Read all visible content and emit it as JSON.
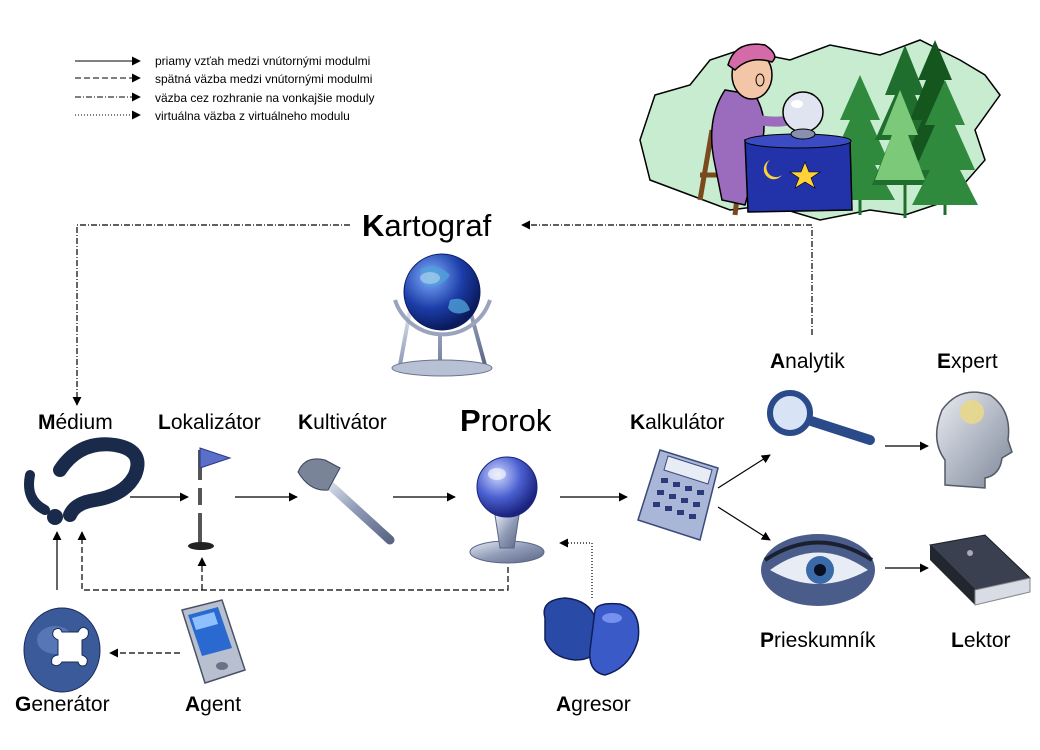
{
  "legend": [
    {
      "style": "solid",
      "text": "priamy vzťah medzi vnútornými modulmi"
    },
    {
      "style": "dashed",
      "text": "spätná väzba medzi vnútornými modulmi"
    },
    {
      "style": "dashdot",
      "text": "väzba cez rozhranie na vonkajšie moduly"
    },
    {
      "style": "dotted",
      "text": "virtuálna väzba z virtuálneho modulu"
    }
  ],
  "nodes": {
    "kartograf": {
      "first": "K",
      "rest": "artograf",
      "icon": "globe-icon"
    },
    "medium": {
      "first": "M",
      "rest": "édium",
      "icon": "question-mark-icon"
    },
    "lokalizator": {
      "first": "L",
      "rest": "okalizátor",
      "icon": "flag-pin-icon"
    },
    "kultivator": {
      "first": "K",
      "rest": "ultivátor",
      "icon": "axe-icon"
    },
    "prorok": {
      "first": "P",
      "rest": "rorok",
      "icon": "crystal-ball-icon"
    },
    "kalkulator": {
      "first": "K",
      "rest": "alkulátor",
      "icon": "calculator-icon"
    },
    "analytik": {
      "first": "A",
      "rest": "nalytik",
      "icon": "magnifier-icon"
    },
    "expert": {
      "first": "E",
      "rest": "xpert",
      "icon": "head-icon"
    },
    "prieskumnik": {
      "first": "P",
      "rest": "rieskumník",
      "icon": "eye-icon"
    },
    "lektor": {
      "first": "L",
      "rest": "ektor",
      "icon": "book-icon"
    },
    "generator": {
      "first": "G",
      "rest": "enerátor",
      "icon": "puzzle-icon"
    },
    "agent": {
      "first": "A",
      "rest": "gent",
      "icon": "pda-icon"
    },
    "agresor": {
      "first": "A",
      "rest": "gresor",
      "icon": "boxing-glove-icon"
    }
  },
  "scene_icon": "fortune-teller-map-icon",
  "colors": {
    "line": "#000000",
    "map": "#c8ecd0",
    "robe": "#9b6bbd",
    "table": "#2233aa",
    "tree": "#2f8a3e",
    "globe": "#1c3da8"
  }
}
